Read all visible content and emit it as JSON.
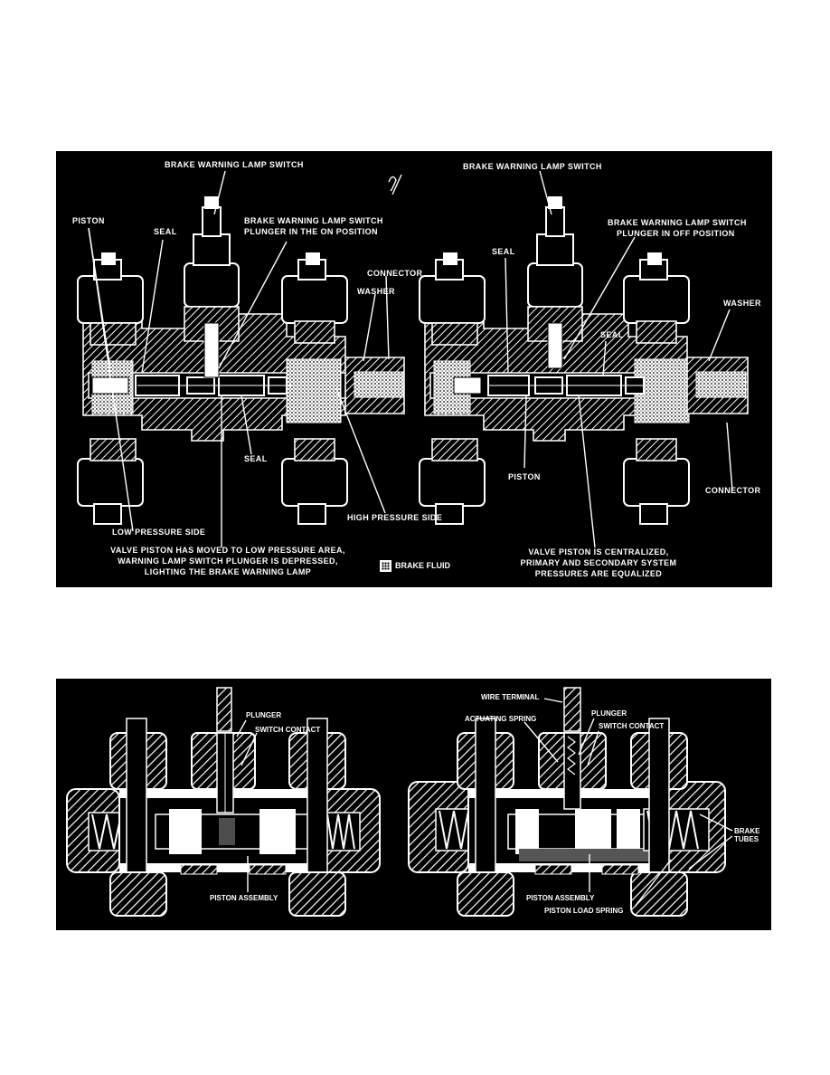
{
  "figure1": {
    "left": {
      "brake_warning_lamp_switch": "BRAKE WARNING LAMP SWITCH",
      "piston": "PISTON",
      "seal": "SEAL",
      "plunger_on": [
        "BRAKE WARNING LAMP SWITCH",
        "PLUNGER IN THE ON POSITION"
      ],
      "connector": "CONNECTOR",
      "washer": "WASHER",
      "seal_bottom": "SEAL",
      "low_pressure_side": "LOW PRESSURE SIDE",
      "high_pressure_side": "HIGH PRESSURE SIDE",
      "caption": [
        "VALVE PISTON HAS MOVED TO LOW PRESSURE AREA,",
        "WARNING LAMP SWITCH PLUNGER IS DEPRESSED,",
        "LIGHTING THE BRAKE WARNING LAMP"
      ]
    },
    "right": {
      "brake_warning_lamp_switch": "BRAKE WARNING LAMP SWITCH",
      "seal": "SEAL",
      "plunger_off": [
        "BRAKE WARNING LAMP SWITCH",
        "PLUNGER IN OFF POSITION"
      ],
      "washer": "WASHER",
      "seal_mid": "SEAL",
      "piston": "PISTON",
      "connector": "CONNECTOR",
      "caption": [
        "VALVE PISTON IS CENTRALIZED,",
        "PRIMARY AND SECONDARY SYSTEM",
        "PRESSURES ARE EQUALIZED"
      ]
    },
    "legend": "BRAKE FLUID",
    "handwritten_mark": "5/"
  },
  "figure2": {
    "left": {
      "plunger": "PLUNGER",
      "switch_contact": "SWITCH CONTACT",
      "piston_assembly": "PISTON ASSEMBLY"
    },
    "right": {
      "wire_terminal": "WIRE TERMINAL",
      "actuating_spring": "ACTUATING SPRING",
      "plunger": "PLUNGER",
      "switch_contact": "SWITCH CONTACT",
      "brake_tubes": [
        "BRAKE",
        "TUBES"
      ],
      "piston_assembly": "PISTON ASSEMBLY",
      "piston_load_spring": "PISTON LOAD SPRING"
    }
  }
}
